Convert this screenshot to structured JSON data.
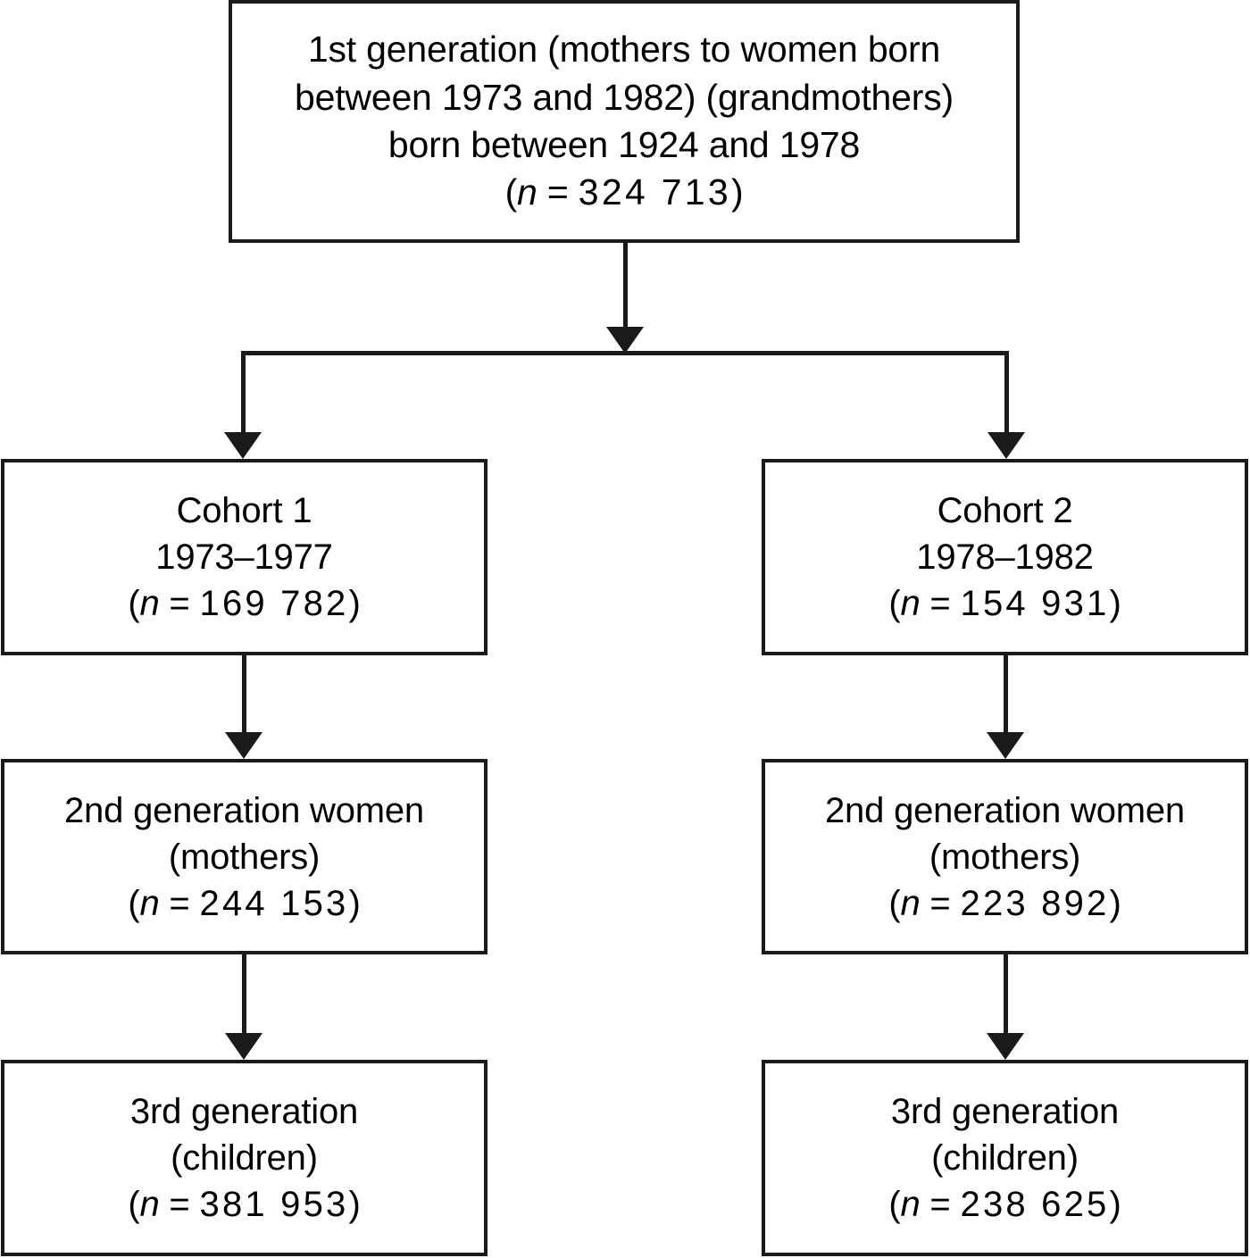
{
  "diagram": {
    "type": "flowchart",
    "title": "Three-generation cohort flow diagram",
    "accent_color": "#1a1a1a",
    "background_color": "#ffffff"
  },
  "nodes": {
    "generation1": {
      "lines": [
        "1st generation (mothers to women born",
        "between 1973 and 1982) (grandmothers)",
        "born between 1924 and 1978"
      ],
      "n_prefix": "(",
      "n_symbol": "n",
      "n_equals": " = ",
      "n_value": "324 713",
      "n_suffix": ")"
    },
    "cohort1": {
      "lines": [
        "Cohort 1",
        "1973–1977"
      ],
      "n_prefix": "(",
      "n_symbol": "n",
      "n_equals": " = ",
      "n_value": "169 782",
      "n_suffix": ")"
    },
    "cohort2": {
      "lines": [
        "Cohort 2",
        "1978–1982"
      ],
      "n_prefix": "(",
      "n_symbol": "n",
      "n_equals": " = ",
      "n_value": "154 931",
      "n_suffix": ")"
    },
    "generation2_left": {
      "lines": [
        "2nd generation women",
        "(mothers)"
      ],
      "n_prefix": "(",
      "n_symbol": "n",
      "n_equals": " = ",
      "n_value": "244 153",
      "n_suffix": ")"
    },
    "generation2_right": {
      "lines": [
        "2nd generation women",
        "(mothers)"
      ],
      "n_prefix": "(",
      "n_symbol": "n",
      "n_equals": " = ",
      "n_value": "223 892",
      "n_suffix": ")"
    },
    "generation3_left": {
      "lines": [
        "3rd generation",
        "(children)"
      ],
      "n_prefix": "(",
      "n_symbol": "n",
      "n_equals": " = ",
      "n_value": "381 953",
      "n_suffix": ")"
    },
    "generation3_right": {
      "lines": [
        "3rd generation",
        "(children)"
      ],
      "n_prefix": "(",
      "n_symbol": "n",
      "n_equals": " = ",
      "n_value": "238 625",
      "n_suffix": ")"
    }
  },
  "connectors": [
    {
      "name": "gen1-to-split",
      "from": "generation1",
      "to": "split-bar"
    },
    {
      "name": "split-to-cohort1",
      "from": "split-bar",
      "to": "cohort1"
    },
    {
      "name": "split-to-cohort2",
      "from": "split-bar",
      "to": "cohort2"
    },
    {
      "name": "cohort1-to-gen2",
      "from": "cohort1",
      "to": "generation2_left"
    },
    {
      "name": "cohort2-to-gen2",
      "from": "cohort2",
      "to": "generation2_right"
    },
    {
      "name": "gen2-to-gen3-left",
      "from": "generation2_left",
      "to": "generation3_left"
    },
    {
      "name": "gen2-to-gen3-right",
      "from": "generation2_right",
      "to": "generation3_right"
    }
  ]
}
